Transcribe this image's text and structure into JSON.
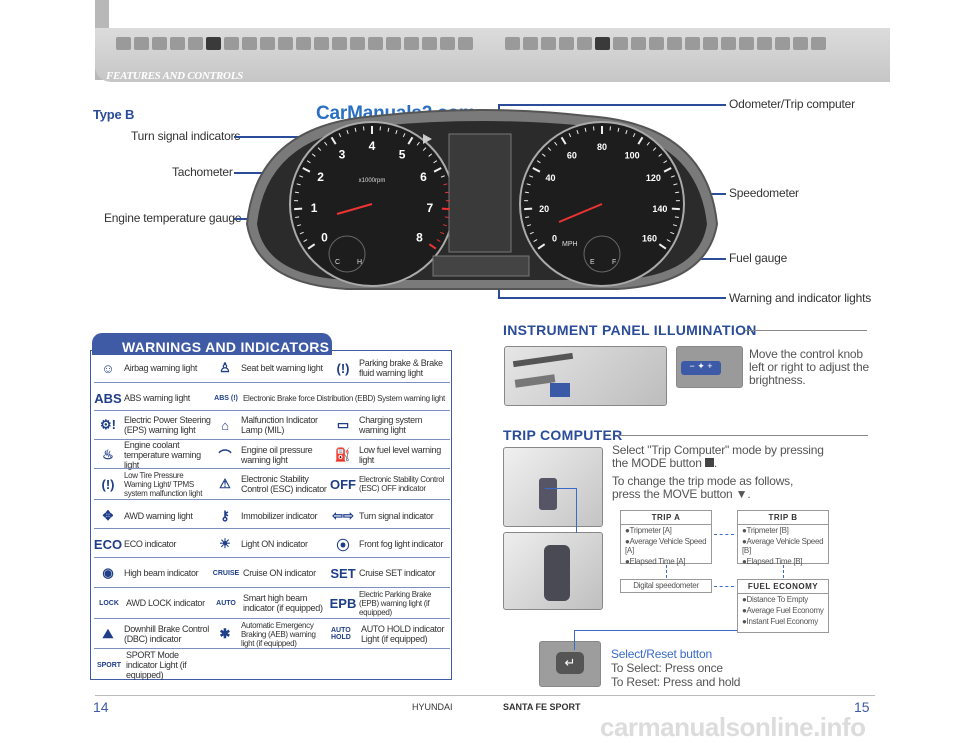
{
  "header": {
    "title": "FEATURES AND CONTROLS"
  },
  "watermark_top": "CarManuals2.com",
  "watermark_bottom": "carmanualsonline.info",
  "cluster": {
    "type_label": "Type B",
    "labels": {
      "turn_signal": "Turn signal indicators",
      "tachometer": "Tachometer",
      "engine_temp": "Engine temperature gauge",
      "odometer": "Odometer/Trip computer",
      "speedometer": "Speedometer",
      "fuel": "Fuel gauge",
      "warning_lights": "Warning and indicator lights"
    },
    "tach_numbers": [
      "0",
      "1",
      "2",
      "3",
      "4",
      "5",
      "6",
      "7",
      "8"
    ],
    "tach_unit": "x1000rpm",
    "speed_numbers": [
      "0",
      "20",
      "40",
      "60",
      "80",
      "100",
      "120",
      "140",
      "160"
    ],
    "speed_unit": "MPH",
    "gauge_letters": {
      "c": "C",
      "h": "H",
      "e": "E",
      "f": "F"
    }
  },
  "warnings": {
    "title": "WARNINGS AND INDICATORS",
    "items": [
      {
        "icon": "airbag-icon",
        "symbol": "☺",
        "label": "Airbag warning light"
      },
      {
        "icon": "seat-belt-icon",
        "symbol": "♙",
        "label": "Seat belt warning light"
      },
      {
        "icon": "brake-icon",
        "symbol": "(!)",
        "label": "Parking brake & Brake fluid warning light"
      },
      {
        "icon": "abs-icon",
        "symbol": "ABS",
        "label": "ABS warning light"
      },
      {
        "icon": "ebd-icon",
        "symbol": "ABS (!)",
        "label": "Electronic Brake force Distribution (EBD) System warning light"
      },
      {
        "icon": "eps-icon",
        "symbol": "⚙!",
        "label": "Electric Power Steering (EPS) warning light"
      },
      {
        "icon": "engine-icon",
        "symbol": "⌂",
        "label": "Malfunction Indicator Lamp (MIL)"
      },
      {
        "icon": "battery-icon",
        "symbol": "▭",
        "label": "Charging system warning light"
      },
      {
        "icon": "coolant-icon",
        "symbol": "♨",
        "label": "Engine coolant temperature warning light"
      },
      {
        "icon": "oil-icon",
        "symbol": "⌒",
        "label": "Engine oil pressure warning light"
      },
      {
        "icon": "fuel-icon",
        "symbol": "⛽",
        "label": "Low fuel level warning light"
      },
      {
        "icon": "tpms-icon",
        "symbol": "(!)",
        "label": "Low Tire Pressure Warning Light/ TPMS system malfunction light"
      },
      {
        "icon": "esc-icon",
        "symbol": "⚠",
        "label": "Electronic Stability Control (ESC) indicator"
      },
      {
        "icon": "esc-off-icon",
        "symbol": "OFF",
        "label": "Electronic Stability Control (ESC) OFF indicator"
      },
      {
        "icon": "awd-icon",
        "symbol": "✥",
        "label": "AWD warning light"
      },
      {
        "icon": "immobilizer-icon",
        "symbol": "⚷",
        "label": "Immobilizer indicator"
      },
      {
        "icon": "turn-signal-icon",
        "symbol": "⇦⇨",
        "label": "Turn signal indicator"
      },
      {
        "icon": "eco-icon",
        "symbol": "ECO",
        "label": "ECO indicator"
      },
      {
        "icon": "light-on-icon",
        "symbol": "☀",
        "label": "Light ON indicator"
      },
      {
        "icon": "front-fog-icon",
        "symbol": "⦿",
        "label": "Front fog light indicator"
      },
      {
        "icon": "high-beam-icon",
        "symbol": "◉",
        "label": "High beam indicator"
      },
      {
        "icon": "cruise-icon",
        "symbol": "CRUISE",
        "label": "Cruise ON indicator"
      },
      {
        "icon": "cruise-set-icon",
        "symbol": "SET",
        "label": "Cruise SET indicator"
      },
      {
        "icon": "awd-lock-icon",
        "symbol": "LOCK",
        "label": "AWD LOCK indicator"
      },
      {
        "icon": "smart-high-beam-icon",
        "symbol": "AUTO",
        "label": "Smart high beam indicator (if equipped)"
      },
      {
        "icon": "epb-icon",
        "symbol": "EPB",
        "label": "Electric Parking Brake (EPB) warning light (if equipped)"
      },
      {
        "icon": "dbc-icon",
        "symbol": "⛰",
        "label": "Downhill Brake Control (DBC) indicator"
      },
      {
        "icon": "aeb-icon",
        "symbol": "✱",
        "label": "Automatic Emergency Braking (AEB) warning light (if equipped)"
      },
      {
        "icon": "auto-hold-icon",
        "symbol": "AUTO HOLD",
        "label": "AUTO HOLD indicator Light (if equipped)"
      },
      {
        "icon": "sport-icon",
        "symbol": "SPORT",
        "label": "SPORT Mode indicator Light (if equipped)"
      }
    ]
  },
  "illumination": {
    "title": "INSTRUMENT PANEL ILLUMINATION",
    "text": "Move the control knob left or right to adjust the brightness."
  },
  "trip": {
    "title": "TRIP COMPUTER",
    "text1": "Select \"Trip Computer\" mode by pressing the MODE button",
    "text2": "To change the trip mode as follows, press the MOVE button ▼.",
    "trip_a": {
      "title": "TRIP A",
      "items": [
        "●Tripmeter [A]",
        "●Average Vehicle Speed [A]",
        "●Elapsed Time [A]"
      ]
    },
    "trip_b": {
      "title": "TRIP B",
      "items": [
        "●Tripmeter [B]",
        "●Average Vehicle Speed [B]",
        "●Elapsed Time [B]"
      ]
    },
    "digital": "Digital speedometer",
    "fuel_economy": {
      "title": "FUEL ECONOMY",
      "items": [
        "●Distance To Empty",
        "●Average Fuel Economy",
        "●Instant Fuel Economy"
      ]
    },
    "reset_title": "Select/Reset button",
    "reset_line1": "To Select: Press once",
    "reset_line2": "To Reset: Press and hold"
  },
  "footer": {
    "page_left": "14",
    "page_right": "15",
    "brand": "HYUNDAI",
    "model": "SANTA FE SPORT"
  }
}
